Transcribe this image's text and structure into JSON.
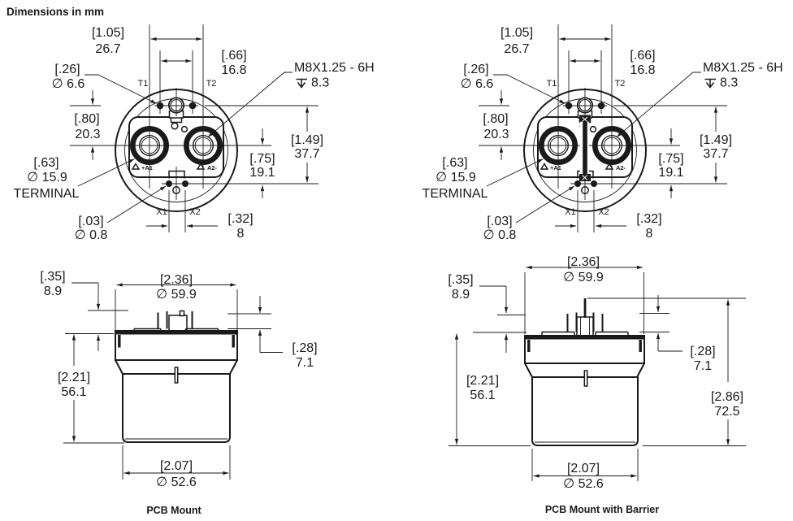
{
  "title": "Dimensions in mm",
  "ink_color": "#1a1a1a",
  "top_view": {
    "thread_callout": {
      "spec": "M8X1.25 - 6H",
      "depth_mm": "8.3"
    },
    "dims": {
      "terminal_spacing": {
        "inch": "[1.05]",
        "mm": "26.7"
      },
      "coil_hole_spacing": {
        "inch": "[.66]",
        "mm": "16.8"
      },
      "coil_hole_dia": {
        "inch": "[.26]",
        "mm": "∅ 6.6"
      },
      "vertical_offset": {
        "inch": "[.80]",
        "mm": "20.3"
      },
      "terminal_dia": {
        "inch": "[.63]",
        "mm": "∅ 15.9",
        "note": "TERMINAL"
      },
      "aux_pin_dia": {
        "inch": "[.03]",
        "mm": "∅ 0.8"
      },
      "aux_pin_spacing": {
        "inch": "[.32]",
        "mm": "8"
      },
      "lower_offset": {
        "inch": "[.75]",
        "mm": "19.1"
      },
      "overall_height": {
        "inch": "[1.49]",
        "mm": "37.7"
      }
    },
    "labels": {
      "t1": "T1",
      "t2": "T2",
      "x1": "X1",
      "x2": "X2",
      "a1": "+A1",
      "a2": "A2-"
    }
  },
  "side_view": {
    "dims": {
      "pin_height": {
        "inch": "[.35]",
        "mm": "8.9"
      },
      "flange_dia": {
        "inch": "[2.36]",
        "mm": "∅ 59.9"
      },
      "step_height": {
        "inch": "[.28]",
        "mm": "7.1"
      },
      "body_height": {
        "inch": "[2.21]",
        "mm": "56.1"
      },
      "body_dia": {
        "inch": "[2.07]",
        "mm": "∅ 52.6"
      },
      "total_height_with_barrier": {
        "inch": "[2.86]",
        "mm": "72.5"
      }
    }
  },
  "captions": {
    "pcb_mount": "PCB Mount",
    "pcb_mount_with_barrier": "PCB Mount with Barrier"
  }
}
